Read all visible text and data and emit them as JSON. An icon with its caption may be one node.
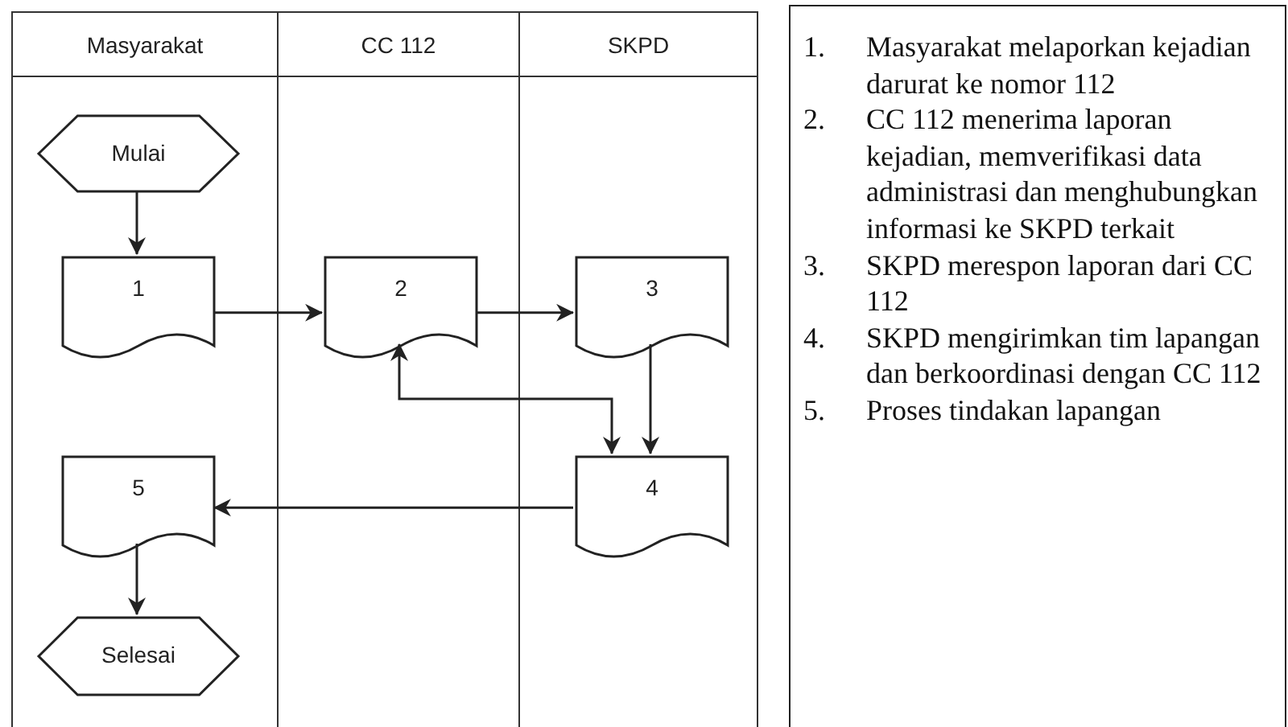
{
  "diagram": {
    "nodes": [
      {
        "text": [
          "Masyarakat"
        ]
      },
      {
        "text": [
          "CC 112"
        ]
      },
      {
        "text": [
          "SKPD"
        ]
      },
      {
        "text": [
          "Mulai"
        ],
        "in": 0
      },
      {
        "text": [
          "1"
        ],
        "in": 0
      },
      {
        "text": [
          "2"
        ],
        "in": 1
      },
      {
        "text": [
          "3"
        ],
        "in": 2
      },
      {
        "text": [
          "4"
        ],
        "in": 2
      },
      {
        "text": [
          "5"
        ],
        "in": 0
      },
      {
        "text": [
          "Selesai"
        ],
        "in": 0
      },
      {
        "text": [
          "1.",
          "Masyarakat melaporkan kejadian darurat ke nomor 112",
          "2.",
          "CC 112 menerima laporan kejadian, memverifikasi data administrasi dan menghubungkan informasi ke SKPD terkait",
          "3.",
          "SKPD merespon laporan dari CC 112",
          "4.",
          "SKPD mengirimkan tim lapangan dan berkoordinasi dengan CC 112",
          "5.",
          "Proses tindakan lapangan"
        ]
      }
    ],
    "edges": [
      {
        "from": 3,
        "to": 4,
        "arrow": "to"
      },
      {
        "from": 4,
        "to": 5,
        "arrow": "to"
      },
      {
        "from": 5,
        "to": 6,
        "arrow": "to"
      },
      {
        "from": 6,
        "to": 7,
        "arrow": "to"
      },
      {
        "from": 5,
        "to": 7,
        "arrow": "both"
      },
      {
        "from": 7,
        "to": 8,
        "arrow": "to"
      },
      {
        "from": 8,
        "to": 9,
        "arrow": "to"
      }
    ]
  }
}
